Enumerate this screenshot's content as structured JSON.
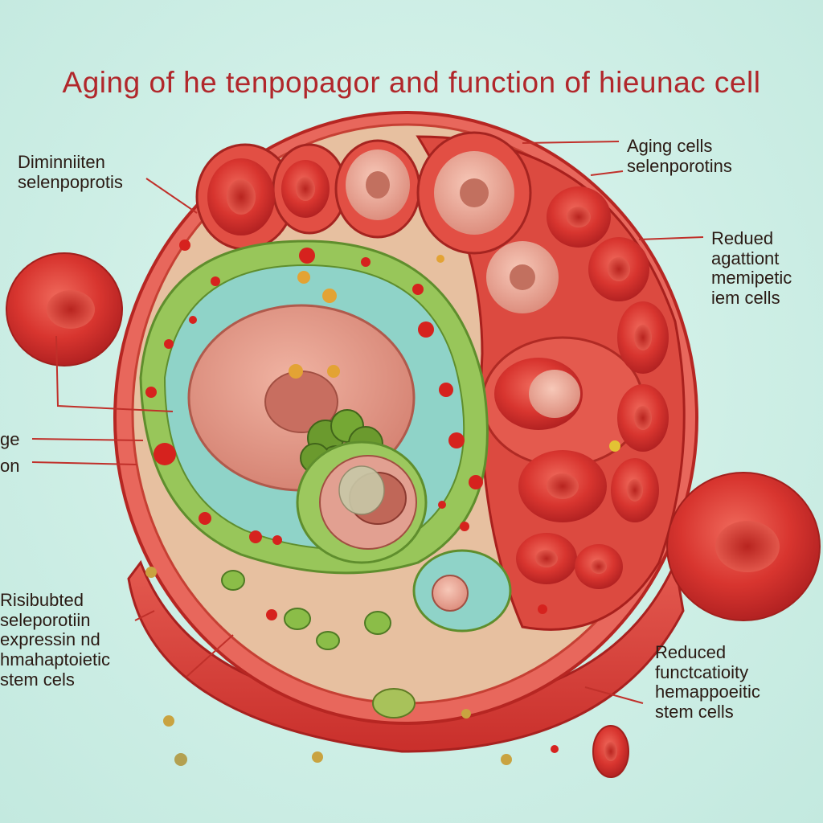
{
  "title": "Aging of he tenpopagor and function of hieunac cell",
  "labels": {
    "top_left": "Diminniiten\nselenpoprotis",
    "top_right": "Aging cells\nselenporotins",
    "right_upper": "Redued\nagattiont\nmemipetic\niem cells",
    "left_mid_1": "ge",
    "left_mid_2": "on",
    "bottom_left": "Risibubted\nseleporotiin\nexpressin nd\nhmahaptoietic\nstem cels",
    "bottom_right": "Reduced\nfunctcatioity\nhemappoeitic\nstem cells"
  },
  "colors": {
    "title": "#b1272b",
    "membrane": "#d9423e",
    "cytoplasm": "#e8c3a4",
    "er_green": "#97c45a",
    "nucleus": "#e39a89",
    "blood_cell": "#d83a34",
    "background": "#cfeee6"
  }
}
